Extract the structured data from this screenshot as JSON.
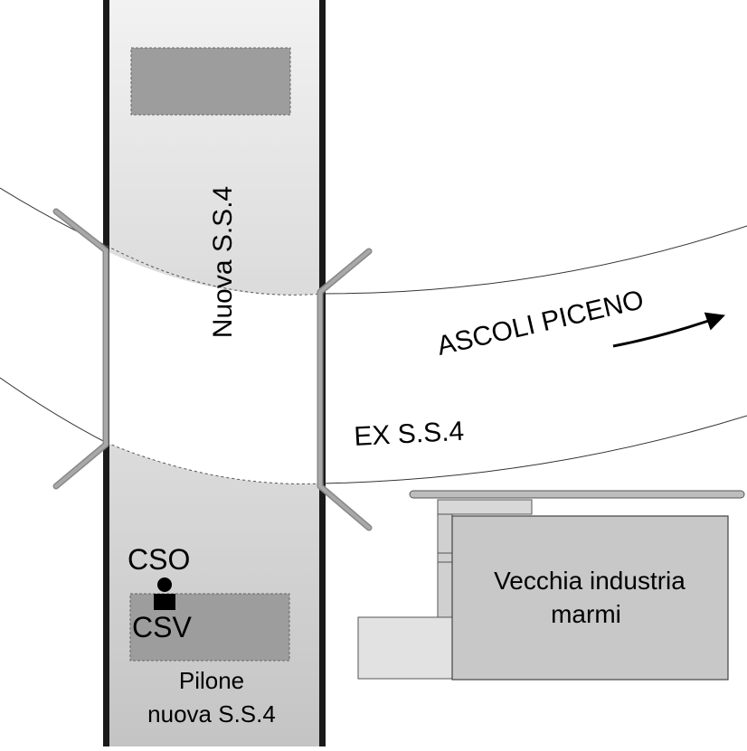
{
  "labels": {
    "new_road_vertical": "Nuova S.S.4",
    "destination": "ASCOLI PICENO",
    "old_road": "EX  S.S.4",
    "cso": "CSO",
    "csv": "CSV",
    "pier_line1": "Pilone",
    "pier_line2": "nuova S.S.4",
    "factory_line1": "Vecchia industria",
    "factory_line2": "marmi"
  }
}
